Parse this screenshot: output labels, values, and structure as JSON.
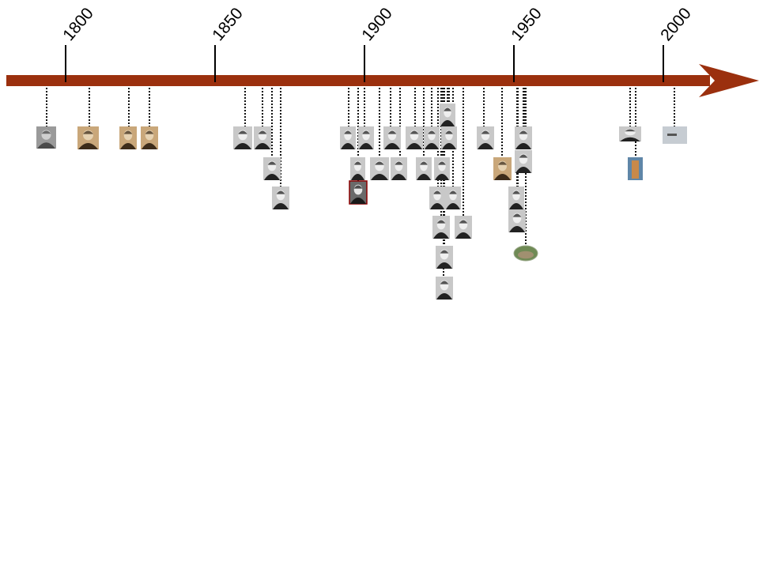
{
  "timeline": {
    "axis_color": "#9b300e",
    "start_year": 1780,
    "end_year": 2030,
    "ticks": [
      {
        "year": 1800,
        "label": "1800"
      },
      {
        "year": 1850,
        "label": "1850"
      },
      {
        "year": 1900,
        "label": "1900"
      },
      {
        "year": 1950,
        "label": "1950"
      },
      {
        "year": 2000,
        "label": "2000"
      }
    ]
  },
  "thumbnails": [
    {
      "name": "portrait-1",
      "kind": "engraving"
    },
    {
      "name": "portrait-2",
      "kind": "sepia"
    },
    {
      "name": "portrait-3",
      "kind": "sepia"
    },
    {
      "name": "portrait-4",
      "kind": "sepia"
    },
    {
      "name": "portrait-5",
      "kind": "bw"
    },
    {
      "name": "portrait-6",
      "kind": "bw"
    },
    {
      "name": "portrait-7",
      "kind": "bw"
    },
    {
      "name": "portrait-8",
      "kind": "bw"
    },
    {
      "name": "portrait-9",
      "kind": "bw"
    },
    {
      "name": "portrait-10",
      "kind": "bw"
    },
    {
      "name": "portrait-11",
      "kind": "bw"
    },
    {
      "name": "portrait-12",
      "kind": "bw-framed"
    },
    {
      "name": "portrait-13",
      "kind": "bw"
    },
    {
      "name": "portrait-14",
      "kind": "bw"
    },
    {
      "name": "portrait-15",
      "kind": "bw"
    },
    {
      "name": "portrait-16",
      "kind": "bw"
    },
    {
      "name": "portrait-17",
      "kind": "bw"
    },
    {
      "name": "portrait-18",
      "kind": "bw"
    },
    {
      "name": "portrait-19",
      "kind": "bw"
    },
    {
      "name": "portrait-20",
      "kind": "bw"
    },
    {
      "name": "portrait-21",
      "kind": "bw"
    },
    {
      "name": "portrait-22",
      "kind": "bw"
    },
    {
      "name": "portrait-23",
      "kind": "bw"
    },
    {
      "name": "portrait-24",
      "kind": "bw"
    },
    {
      "name": "portrait-25",
      "kind": "bw"
    },
    {
      "name": "portrait-26",
      "kind": "bw"
    },
    {
      "name": "portrait-27",
      "kind": "bw"
    },
    {
      "name": "portrait-28",
      "kind": "bw"
    },
    {
      "name": "portrait-29",
      "kind": "sepia"
    },
    {
      "name": "portrait-30",
      "kind": "bw"
    },
    {
      "name": "portrait-31",
      "kind": "bw"
    },
    {
      "name": "portrait-32",
      "kind": "bw"
    },
    {
      "name": "portrait-33",
      "kind": "bw"
    },
    {
      "name": "portrait-34",
      "kind": "bw"
    },
    {
      "name": "landscape-oval",
      "kind": "color-oval"
    },
    {
      "name": "color-image-1",
      "kind": "color-sky"
    },
    {
      "name": "color-image-2",
      "kind": "color-figure"
    },
    {
      "name": "color-image-3",
      "kind": "color-landscape"
    }
  ]
}
